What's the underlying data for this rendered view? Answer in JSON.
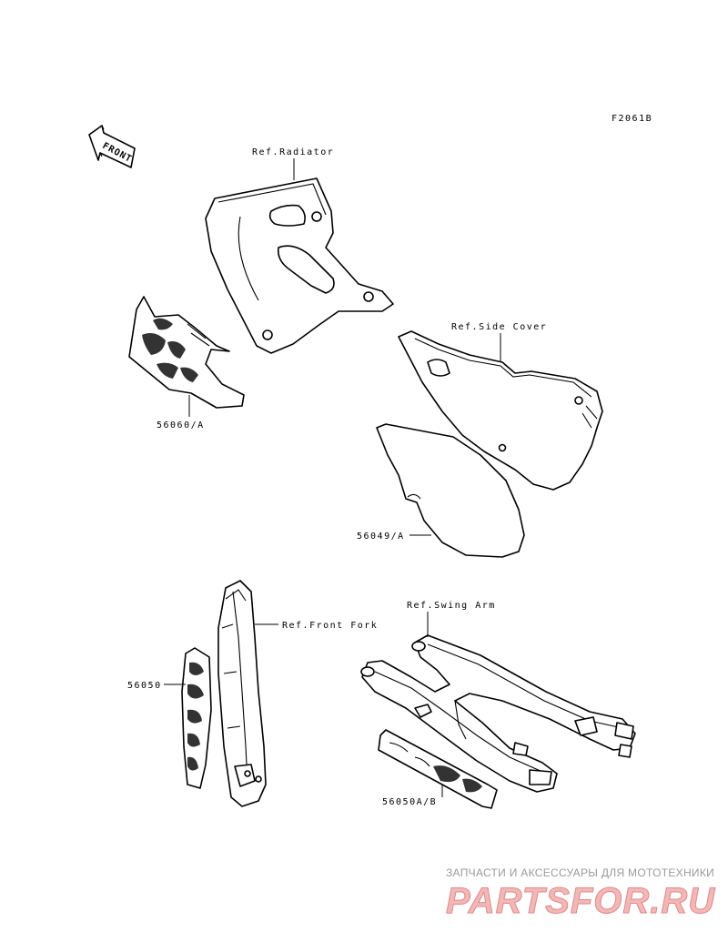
{
  "figure_code": "F2061B",
  "front_arrow_text": "FRONT",
  "labels": {
    "radiator": "Ref.Radiator",
    "side_cover": "Ref.Side Cover",
    "front_fork": "Ref.Front Fork",
    "swing_arm": "Ref.Swing Arm"
  },
  "part_numbers": {
    "radiator_decal": "56060/A",
    "side_cover_decal": "56049/A",
    "fork_decal": "56050",
    "swing_arm_decal": "56050A/B"
  },
  "watermark": {
    "caption": "ЗАПЧАСТИ И АКСЕССУАРЫ ДЛЯ МОТОТЕХНИКИ",
    "brand": "PARTSFOR.RU"
  }
}
